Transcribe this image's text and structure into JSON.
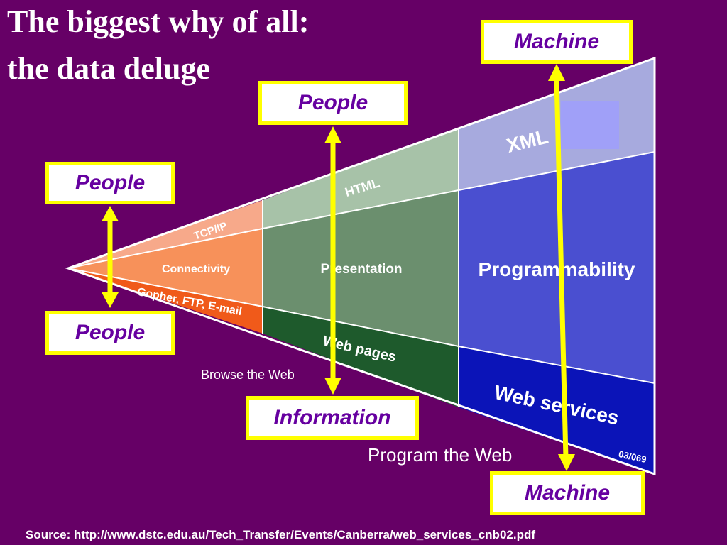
{
  "title": {
    "line1": "The biggest why of all:",
    "line2": "the data deluge"
  },
  "boxes": {
    "top_right": "Machine",
    "top_center": "People",
    "left_top": "People",
    "left_bottom": "People",
    "bottom_center": "Information",
    "bottom_right": "Machine"
  },
  "funnel": {
    "col1": {
      "top": "TCP/IP",
      "middle": "Connectivity",
      "bottom": "Gopher, FTP, E-mail"
    },
    "col2": {
      "top": "HTML",
      "middle": "Presentation",
      "bottom": "Web pages"
    },
    "col3": {
      "top": "XML",
      "middle": "Programmability",
      "bottom": "Web services"
    },
    "slide_code": "03/069"
  },
  "captions": {
    "browse": "Browse the Web",
    "program": "Program the Web"
  },
  "source": "Source: http://www.dstc.edu.au/Tech_Transfer/Events/Canberra/web_services_cnb02.pdf",
  "colors": {
    "background": "#660066",
    "box_border": "#ffff00",
    "box_text": "#6600a0",
    "arrow": "#ffff00"
  }
}
